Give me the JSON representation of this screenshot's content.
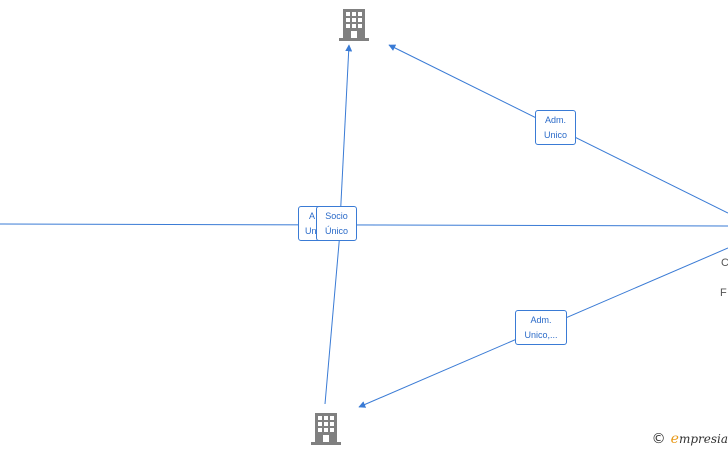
{
  "diagram": {
    "nodes": [
      {
        "id": "company-top",
        "kind": "company",
        "icon": "building-icon"
      },
      {
        "id": "company-bottom",
        "kind": "company",
        "icon": "building-icon"
      },
      {
        "id": "person-right",
        "kind": "person",
        "texts": [
          "C",
          "F"
        ]
      }
    ],
    "edge_labels": [
      {
        "id": "adm-unico-upper",
        "lines": [
          "Adm.",
          "Unico"
        ]
      },
      {
        "id": "adm-unico-center",
        "lines": [
          "A",
          "Un"
        ]
      },
      {
        "id": "socio-unico-center",
        "lines": [
          "Socio",
          "Único"
        ]
      },
      {
        "id": "adm-unico-lower",
        "lines": [
          "Adm.",
          "Unico,..."
        ]
      }
    ],
    "colors": {
      "edge": "#3a7bd5",
      "icon": "#808080",
      "brand_accent": "#e89a1a"
    }
  },
  "brand": {
    "copyright": "©",
    "initial": "e",
    "rest": "mpresia"
  }
}
